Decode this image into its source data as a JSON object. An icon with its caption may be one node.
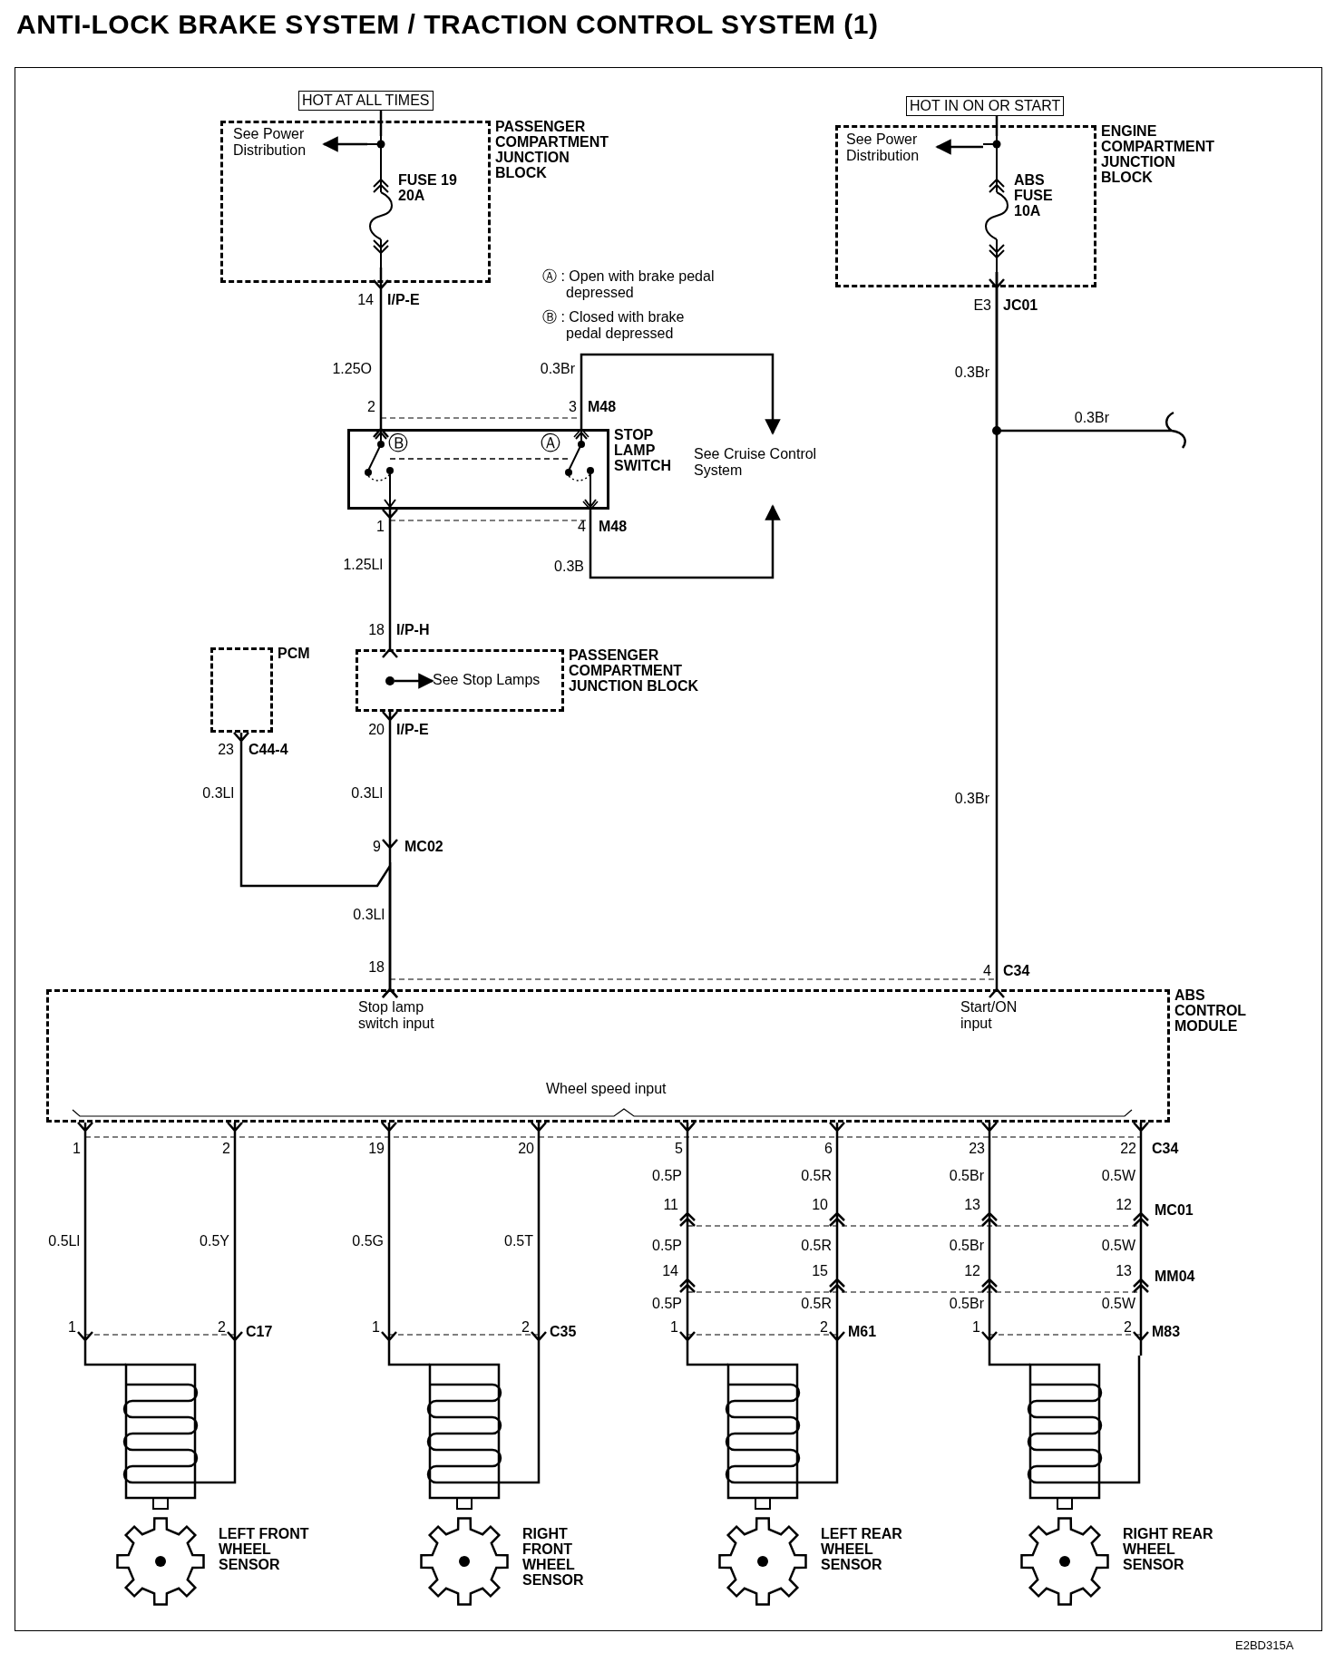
{
  "diagram": {
    "title": "ANTI-LOCK BRAKE SYSTEM / TRACTION CONTROL SYSTEM (1)",
    "nodes": [
      {
        "text": [
          "PASSENGER COMPARTMENT JUNCTION BLOCK"
        ]
      },
      {
        "text": [
          "See Power Distribution"
        ],
        "in": 0
      },
      {
        "text": [
          "FUSE 19 20A"
        ],
        "in": 0
      },
      {
        "text": [
          "ENGINE COMPARTMENT JUNCTION BLOCK"
        ]
      },
      {
        "text": [
          "See Power Distribution"
        ],
        "in": 3
      },
      {
        "text": [
          "ABS FUSE 10A"
        ],
        "in": 3
      },
      {
        "text": [
          "Ⓑ",
          "Ⓐ",
          "STOP LAMP SWITCH"
        ]
      },
      {
        "text": [
          "See Cruise Control System"
        ]
      },
      {
        "text": [
          "PCM"
        ]
      },
      {
        "text": [
          "PASSENGER COMPARTMENT JUNCTION BLOCK"
        ]
      },
      {
        "text": [
          "See Stop Lamps"
        ],
        "in": 9
      },
      {
        "text": [
          "Stop lamp switch input",
          "Start/ON input",
          "ABS CONTROL MODULE",
          "Wheel speed input"
        ]
      },
      {
        "text": [
          "LEFT FRONT WHEEL SENSOR"
        ]
      },
      {
        "text": [
          "RIGHT FRONT WHEEL SENSOR"
        ]
      },
      {
        "text": [
          "LEFT REAR WHEEL SENSOR"
        ]
      },
      {
        "text": [
          "RIGHT REAR WHEEL SENSOR"
        ]
      },
      {
        "text": [
          "HOT AT ALL TIMES"
        ]
      },
      {
        "text": [
          "HOT IN ON OR START"
        ]
      }
    ],
    "edges": [
      {
        "from": 2,
        "to": 1,
        "arrow": "to"
      },
      {
        "from": 2,
        "to": 6,
        "arrow": "other",
        "label": "1.25O"
      },
      {
        "from": 6,
        "to": 7,
        "arrow": "to",
        "label": "0.3Br"
      },
      {
        "from": 6,
        "to": 7,
        "arrow": "to",
        "label": "0.3B"
      },
      {
        "from": 6,
        "to": 9,
        "arrow": "other",
        "label": "1.25Ll"
      },
      {
        "from": null,
        "to": 10,
        "arrow": "to"
      },
      {
        "from": 9,
        "to": 11,
        "arrow": "other",
        "label": "0.3Ll"
      },
      {
        "from": 8,
        "to": 11,
        "arrow": "other",
        "label": "0.3Ll"
      },
      {
        "from": 5,
        "to": 4,
        "arrow": "to"
      },
      {
        "from": 5,
        "to": 11,
        "arrow": "other",
        "label": "0.3Br"
      },
      {
        "from": 5,
        "to": null,
        "arrow": "none",
        "label": "0.3Br"
      },
      {
        "from": 11,
        "to": 12,
        "arrow": "other",
        "label": "0.5Ll"
      },
      {
        "from": 11,
        "to": 12,
        "arrow": "other",
        "label": "0.5Y"
      },
      {
        "from": 11,
        "to": 13,
        "arrow": "other",
        "label": "0.5G"
      },
      {
        "from": 11,
        "to": 13,
        "arrow": "other",
        "label": "0.5T"
      },
      {
        "from": 11,
        "to": 14,
        "arrow": "other",
        "label": "0.5P"
      },
      {
        "from": 11,
        "to": 14,
        "arrow": "other",
        "label": "0.5R"
      },
      {
        "from": 11,
        "to": 15,
        "arrow": "other",
        "label": "0.5Br"
      },
      {
        "from": 11,
        "to": 15,
        "arrow": "other",
        "label": "0.5W"
      },
      {
        "from": 16,
        "to": 2,
        "arrow": "none"
      },
      {
        "from": 17,
        "to": 5,
        "arrow": "none"
      }
    ],
    "labels": [
      "Ⓐ : Open with brake pedal depressed",
      "14",
      "I/P-E",
      "Ⓑ : Closed with brake pedal depressed",
      "E3",
      "JC01",
      "2",
      "3",
      "M48",
      "1",
      "4",
      "M48",
      "18",
      "I/P-H",
      "20",
      "I/P-E",
      "23",
      "C44-4",
      "0.3Br",
      "9",
      "MC02",
      "0.3Ll",
      "18",
      "4",
      "C34",
      "1",
      "2",
      "19",
      "20",
      "5",
      "6",
      "23",
      "22",
      "C34",
      "11",
      "10",
      "13",
      "12",
      "MC01",
      "0.5P",
      "0.5R",
      "0.5Br",
      "0.5W",
      "14",
      "15",
      "12",
      "13",
      "MM04",
      "0.5P",
      "0.5R",
      "0.5Br",
      "0.5W",
      "1",
      "2",
      "C17",
      "1",
      "2",
      "C35",
      "1",
      "2",
      "M61",
      "1",
      "2",
      "M83",
      "E2BD315A"
    ]
  }
}
